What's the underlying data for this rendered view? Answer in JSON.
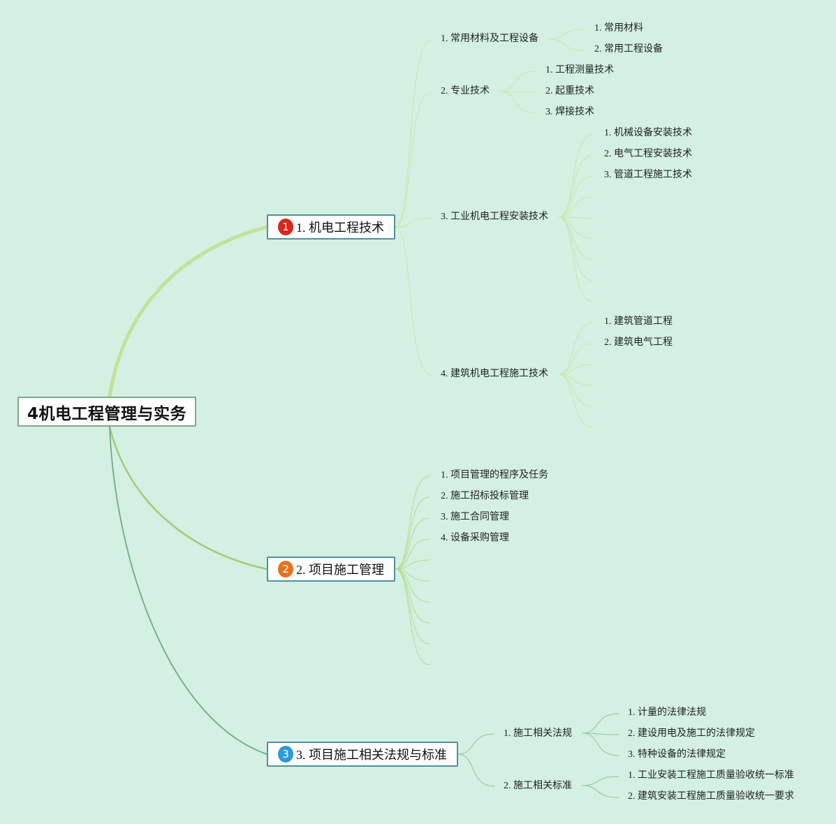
{
  "root": {
    "title": "4机电工程管理与实务"
  },
  "branches": [
    {
      "badge": "1",
      "badge_color": "#d7261c",
      "title": "1. 机电工程技术",
      "children": [
        {
          "label": "1. 常用材料及工程设备",
          "children": [
            "1. 常用材料",
            "2. 常用工程设备"
          ]
        },
        {
          "label": "2. 专业技术",
          "children": [
            "1. 工程测量技术",
            "2. 起重技术",
            "3. 焊接技术"
          ]
        },
        {
          "label": "3. 工业机电工程安装技术",
          "children": [
            "1. 机械设备安装技术",
            "2. 电气工程安装技术",
            "3. 管道工程施工技术"
          ]
        },
        {
          "label": "4. 建筑机电工程施工技术",
          "children": [
            "1. 建筑管道工程",
            "2. 建筑电气工程"
          ]
        }
      ]
    },
    {
      "badge": "2",
      "badge_color": "#e8731c",
      "title": "2. 项目施工管理",
      "children": [
        {
          "label": "1. 项目管理的程序及任务",
          "children": []
        },
        {
          "label": "2. 施工招标投标管理",
          "children": []
        },
        {
          "label": "3. 施工合同管理",
          "children": []
        },
        {
          "label": "4. 设备采购管理",
          "children": []
        }
      ]
    },
    {
      "badge": "3",
      "badge_color": "#2a9bd6",
      "title": "3. 项目施工相关法规与标准",
      "children": [
        {
          "label": "1. 施工相关法规",
          "children": [
            "1. 计量的法律法规",
            "2. 建设用电及施工的法律规定",
            "3. 特种设备的法律规定"
          ]
        },
        {
          "label": "2. 施工相关标准",
          "children": [
            "1. 工业安装工程施工质量验收统一标准",
            "2. 建筑安装工程施工质量验收统一要求"
          ]
        }
      ]
    }
  ],
  "colors": {
    "background": "#d3f0e2",
    "branch1_line": "#c3e19a",
    "branch2_line": "#9ccd78",
    "branch3_line": "#6fab86",
    "leaf_line": "#cbe7ab"
  }
}
